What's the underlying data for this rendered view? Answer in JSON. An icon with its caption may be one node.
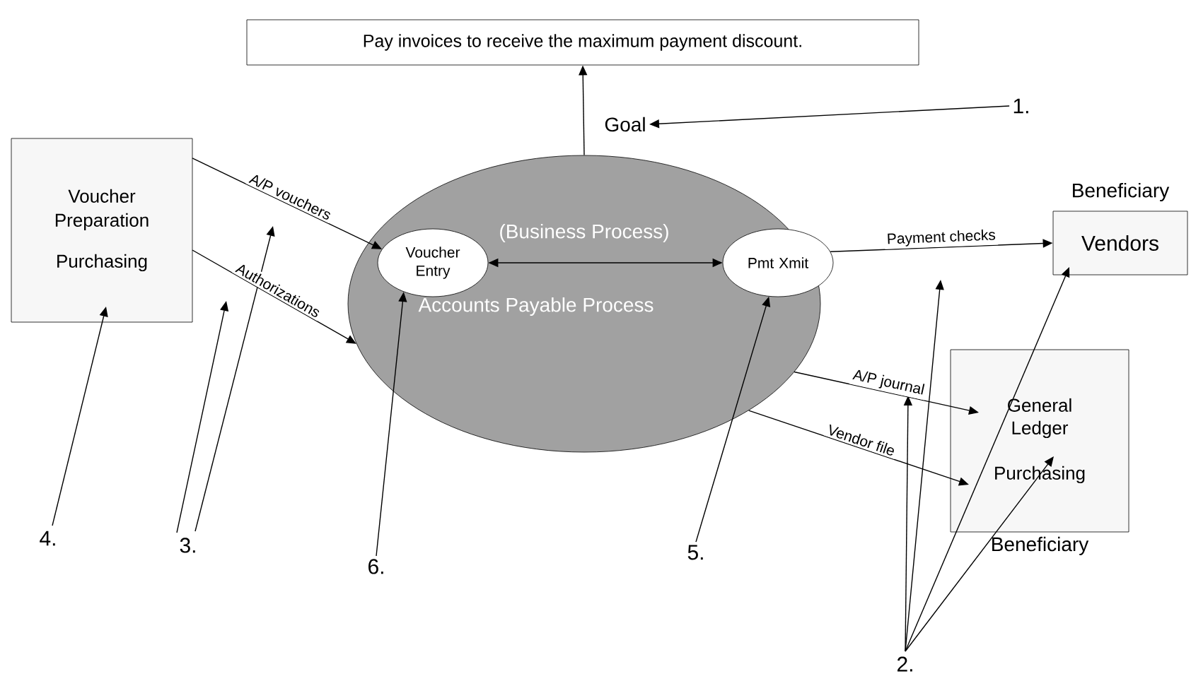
{
  "diagram": {
    "nodes": [
      {
        "text": [
          "Pay invoices to receive the maximum payment discount."
        ]
      },
      {
        "text": [
          "Goal"
        ]
      },
      {
        "text": [
          "1."
        ]
      },
      {
        "text": [
          "Voucher Preparation",
          "Purchasing"
        ]
      },
      {
        "text": [
          "(Business Process)",
          "Accounts Payable Process"
        ]
      },
      {
        "text": [
          "Voucher Entry"
        ],
        "in": 4
      },
      {
        "text": [
          "Pmt Xmit"
        ],
        "in": 4
      },
      {
        "text": [
          "Beneficiary",
          "Vendors"
        ]
      },
      {
        "text": [
          "General Ledger",
          "Purchasing",
          "Beneficiary"
        ]
      },
      {
        "text": [
          "2."
        ]
      },
      {
        "text": [
          "3."
        ]
      },
      {
        "text": [
          "4."
        ]
      },
      {
        "text": [
          "5."
        ]
      },
      {
        "text": [
          "6."
        ]
      }
    ],
    "edges": [
      {
        "from": 4,
        "to": 0,
        "arrow": "to"
      },
      {
        "from": 2,
        "to": 1,
        "arrow": "to"
      },
      {
        "from": 3,
        "to": 5,
        "arrow": "to",
        "label": "A/P vouchers"
      },
      {
        "from": 3,
        "to": 4,
        "arrow": "to",
        "label": "Authorizations"
      },
      {
        "from": 5,
        "to": 6,
        "arrow": "both"
      },
      {
        "from": 6,
        "to": 7,
        "arrow": "to",
        "label": "Payment checks"
      },
      {
        "from": 4,
        "to": 8,
        "arrow": "to",
        "label": "A/P journal"
      },
      {
        "from": 4,
        "to": 8,
        "arrow": "to",
        "label": "Vendor file"
      },
      {
        "from": 11,
        "to": 3,
        "arrow": "to"
      },
      {
        "from": 10,
        "to": null,
        "arrow": "to"
      },
      {
        "from": 10,
        "to": null,
        "arrow": "to"
      },
      {
        "from": 13,
        "to": 5,
        "arrow": "to"
      },
      {
        "from": 12,
        "to": 6,
        "arrow": "to"
      },
      {
        "from": 9,
        "to": null,
        "arrow": "to"
      },
      {
        "from": 9,
        "to": null,
        "arrow": "to"
      },
      {
        "from": 9,
        "to": 7,
        "arrow": "to"
      },
      {
        "from": 9,
        "to": 8,
        "arrow": "to"
      }
    ]
  }
}
